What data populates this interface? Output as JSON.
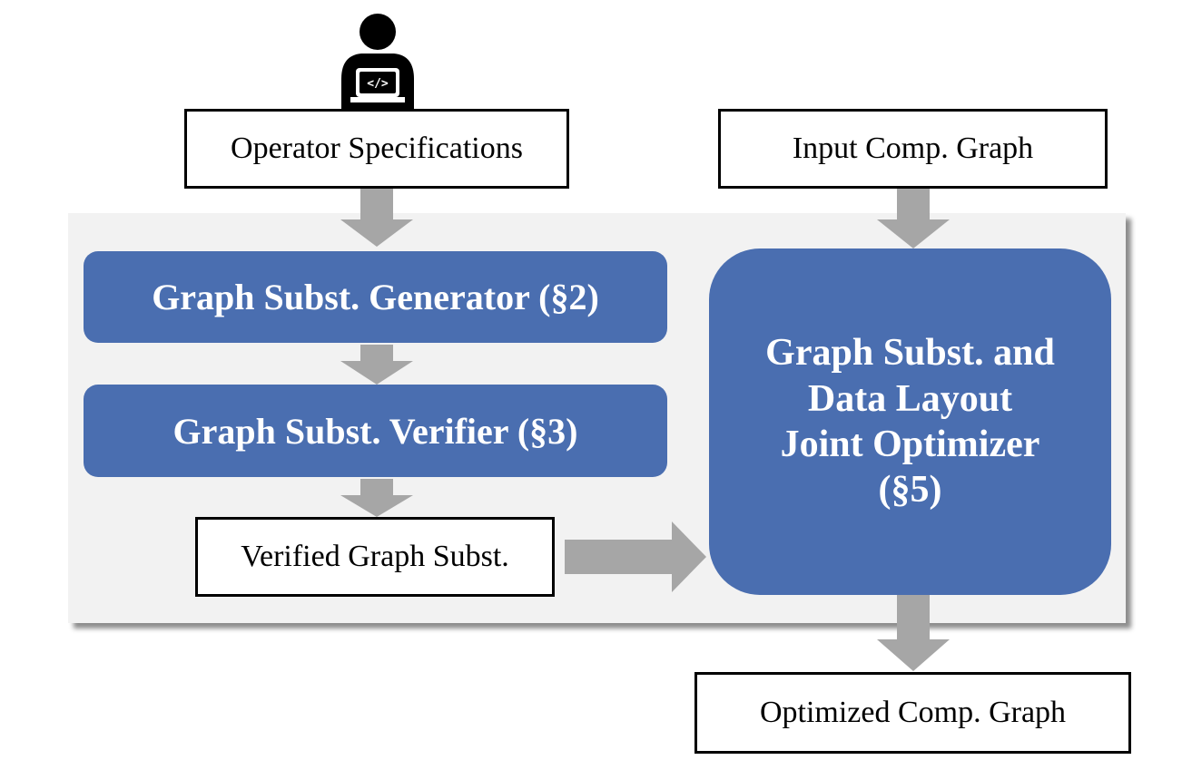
{
  "nodes": {
    "operator_specifications": "Operator Specifications",
    "input_comp_graph": "Input Comp. Graph",
    "generator": "Graph Subst. Generator (§2)",
    "verifier": "Graph Subst. Verifier (§3)",
    "verified_subst": "Verified Graph Subst.",
    "optimizer_lines": [
      "Graph Subst. and",
      "Data Layout",
      "Joint Optimizer",
      "(§5)"
    ],
    "optimized_comp_graph": "Optimized Comp. Graph"
  },
  "icons": {
    "user": "developer-laptop-icon",
    "code_glyph": "</>"
  },
  "colors": {
    "blue_box": "#4a6eb0",
    "panel": "#f2f2f2",
    "arrow": "#a6a6a6"
  }
}
